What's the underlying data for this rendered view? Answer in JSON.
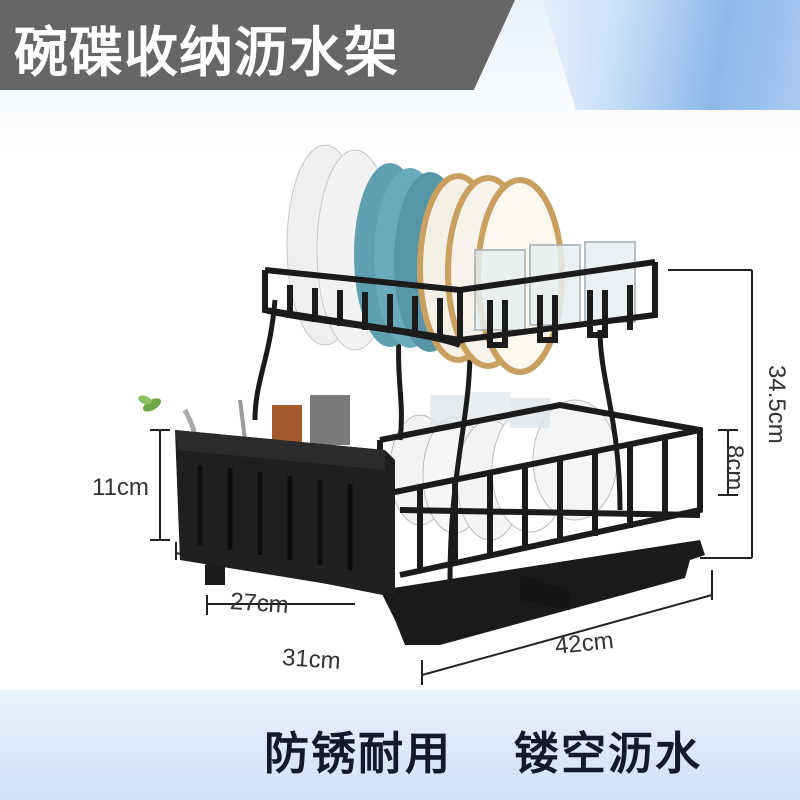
{
  "title": "碗碟收纳沥水架",
  "slogan_left": "防锈耐用",
  "slogan_right": "镂空沥水",
  "dimensions": {
    "height_total": "34.5cm",
    "height_upper": "8cm",
    "height_basket": "11cm",
    "width_basket": "27cm",
    "depth": "31cm",
    "length": "42cm"
  },
  "colors": {
    "banner": "#666666",
    "rack": "#1b1b1b",
    "plate_blue": "#5e9fb0",
    "plate_white": "#eef0ef",
    "plate_gold": "#c9a060"
  }
}
